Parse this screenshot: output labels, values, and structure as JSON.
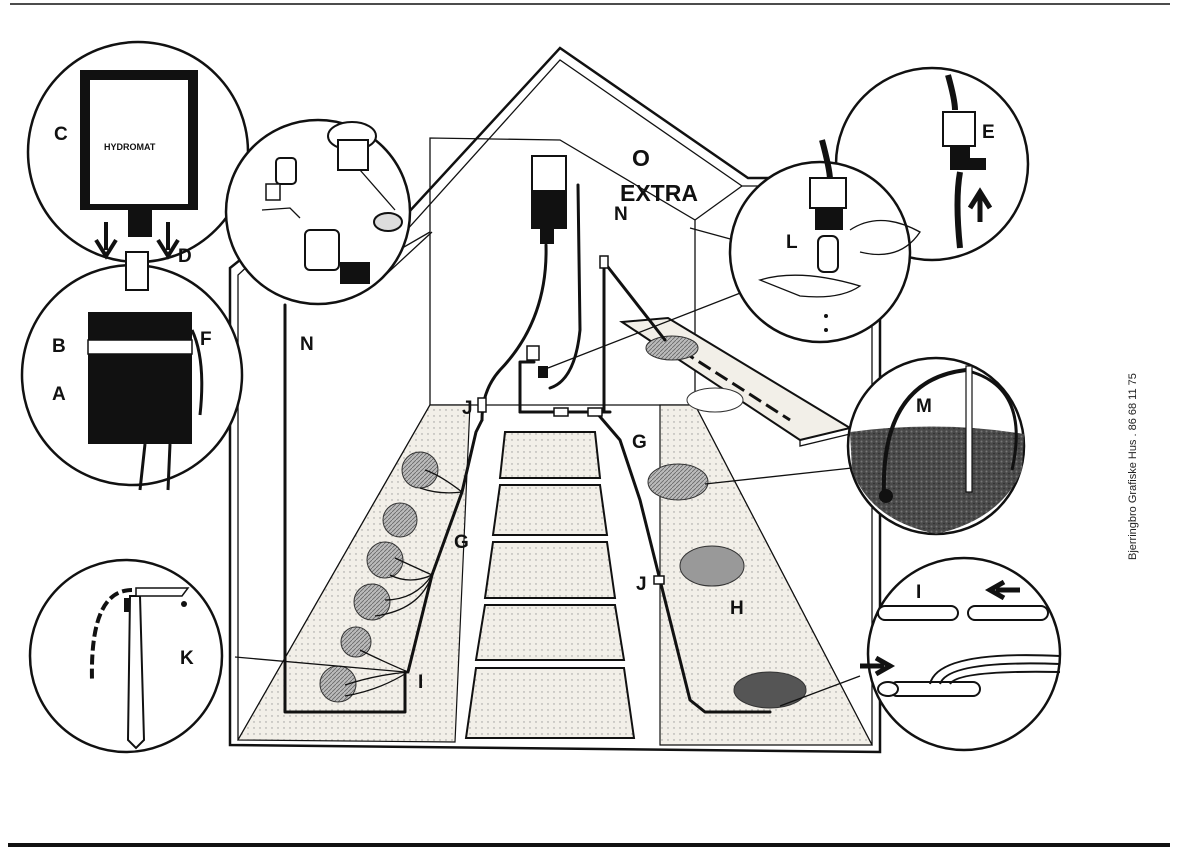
{
  "labels": {
    "a": "A",
    "b": "B",
    "c": "C",
    "d": "D",
    "e": "E",
    "f": "F",
    "g_left": "G",
    "g_right": "G",
    "h": "H",
    "i_left": "I",
    "i_detail": "I",
    "j_left": "J",
    "j_right": "J",
    "k": "K",
    "l": "L",
    "m": "M",
    "n_left": "N",
    "n_right": "N",
    "o": "O",
    "extra": "EXTRA"
  },
  "tank_brand": "HYDROMAT",
  "side_credit": "Bjerringbro Grafiske Hus . 86 68 11 75",
  "colors": {
    "ink": "#111111",
    "paper": "#ffffff",
    "soil": "#555555",
    "path": "#e9e6df"
  }
}
